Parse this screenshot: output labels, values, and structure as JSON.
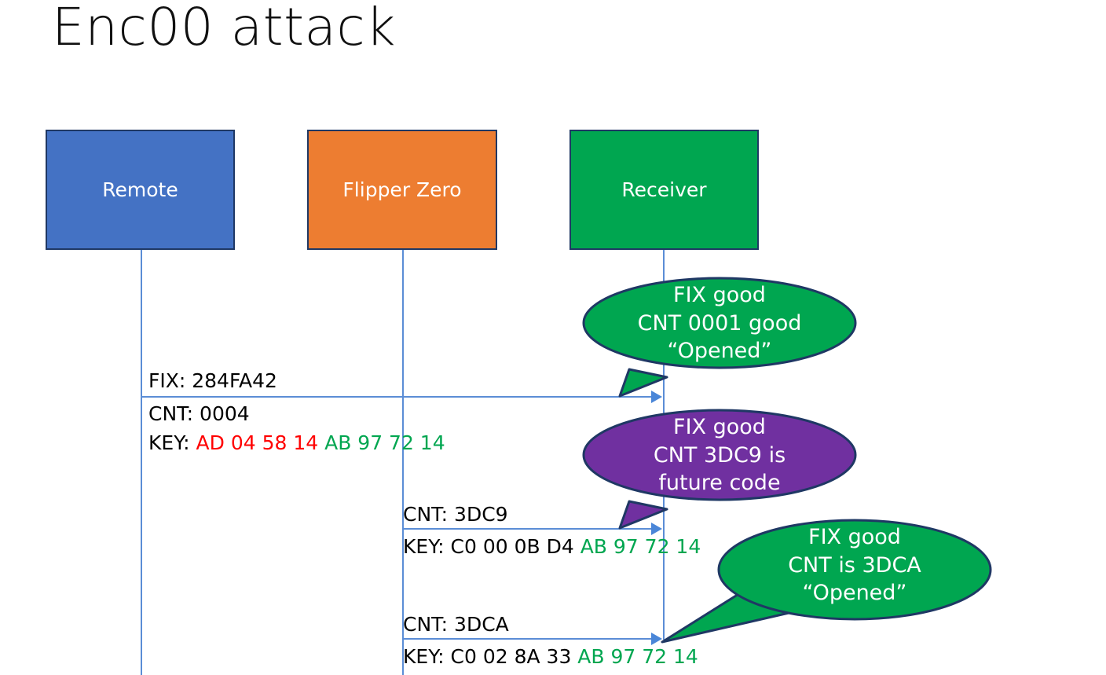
{
  "slide": {
    "title": "Enc00 attack",
    "background": "#FFFFFF"
  },
  "colors": {
    "remote": "#4472C4",
    "flipper": "#ED7D31",
    "receiver": "#00A650",
    "bubble_good": "#00A650",
    "bubble_future": "#7030A0",
    "lifeline": "#5B8DD6",
    "key_old": "#FF0000",
    "key_shared": "#00A650",
    "key_new": "#000000",
    "box_border": "#1F3864"
  },
  "actors": [
    {
      "id": "remote",
      "label": "Remote"
    },
    {
      "id": "flipper",
      "label": "Flipper Zero"
    },
    {
      "id": "receiver",
      "label": "Receiver"
    }
  ],
  "messages": [
    {
      "id": "msg1",
      "from": "remote",
      "to": "receiver",
      "fix": "FIX: 284FA42",
      "cnt": "CNT: 0004",
      "key_prefix": "KEY: ",
      "key_part1": "AD 04 58 14 ",
      "key_part2": "AB 97 72 14"
    },
    {
      "id": "msg2",
      "from": "flipper",
      "to": "receiver",
      "cnt": "CNT: 3DC9",
      "key_prefix": "KEY: ",
      "key_part1": "C0 00 0B D4 ",
      "key_part2": "AB 97 72 14"
    },
    {
      "id": "msg3",
      "from": "flipper",
      "to": "receiver",
      "cnt": "CNT: 3DCA",
      "key_prefix": "KEY: ",
      "key_part1": "C0 02 8A 33 ",
      "key_part2": "AB 97 72 14"
    }
  ],
  "bubbles": [
    {
      "id": "bubble1",
      "fill": "#00A650",
      "line1": "FIX good",
      "line2": "CNT 0001 good",
      "line3": "“Opened”"
    },
    {
      "id": "bubble2",
      "fill": "#7030A0",
      "line1": "FIX good",
      "line2": "CNT 3DC9 is",
      "line3": "future code"
    },
    {
      "id": "bubble3",
      "fill": "#00A650",
      "line1": "FIX good",
      "line2": "CNT is 3DCA",
      "line3": "“Opened”"
    }
  ]
}
